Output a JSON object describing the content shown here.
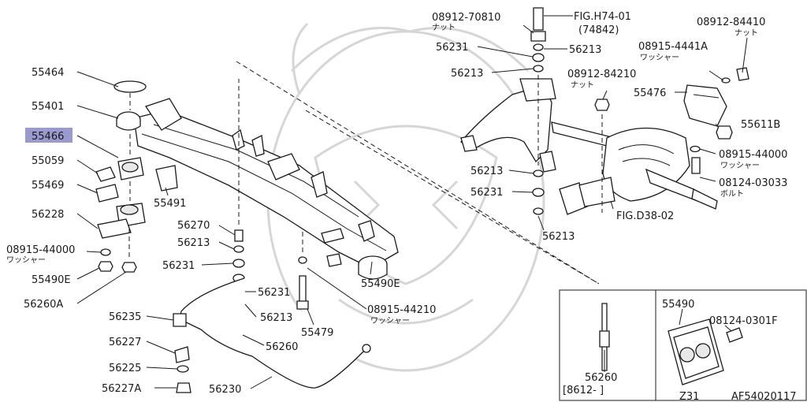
{
  "diagram": {
    "highlight_color": "#9a9acf",
    "labels": {
      "p55464": "55464",
      "p55401": "55401",
      "p55466": "55466",
      "p55059": "55059",
      "p55469": "55469",
      "p56228": "56228",
      "p08915_44000_left": "08915-44000",
      "p08915_44000_left_sub": "ワッシャー",
      "p55490E_left": "55490E",
      "p56260A": "56260A",
      "p55491": "55491",
      "p56270": "56270",
      "p56213_a": "56213",
      "p56231_a": "56231",
      "p56231_b": "56231",
      "p56213_b": "56213",
      "p56235": "56235",
      "p56227": "56227",
      "p56260": "56260",
      "p56225": "56225",
      "p56227A": "56227A",
      "p56230": "56230",
      "p55479": "55479",
      "p08915_44210": "08915-44210",
      "p08915_44210_sub": "ワッシャー",
      "p55490E_right": "55490E",
      "p08912_70810": "08912-70810",
      "p08912_70810_sub": "ナット",
      "figH74": "FIG.H74-01",
      "figH74_sub": "(74842)",
      "p56231_top": "56231",
      "p56213_top_right": "56213",
      "p56213_top_left": "56213",
      "p08912_84410": "08912-84410",
      "p08912_84410_sub": "ナット",
      "p08915_4441A": "08915-4441A",
      "p08915_4441A_sub": "ワッシャー",
      "p08912_84210": "08912-84210",
      "p08912_84210_sub": "ナット",
      "p55476": "55476",
      "p55611B": "55611B",
      "p08915_44000_right": "08915-44000",
      "p08915_44000_right_sub": "ワッシャー",
      "p08124_03033": "08124-03033",
      "p08124_03033_sub": "ボルト",
      "p56213_mid": "56213",
      "p56231_mid": "56231",
      "p56213_low": "56213",
      "figD38": "FIG.D38-02",
      "inset_56260": "56260",
      "inset_range": "[8612-    ]",
      "inset_55490": "55490",
      "inset_08124_0301F": "08124-0301F",
      "footer_model": "Z31",
      "footer_code": "AF54020117"
    }
  }
}
